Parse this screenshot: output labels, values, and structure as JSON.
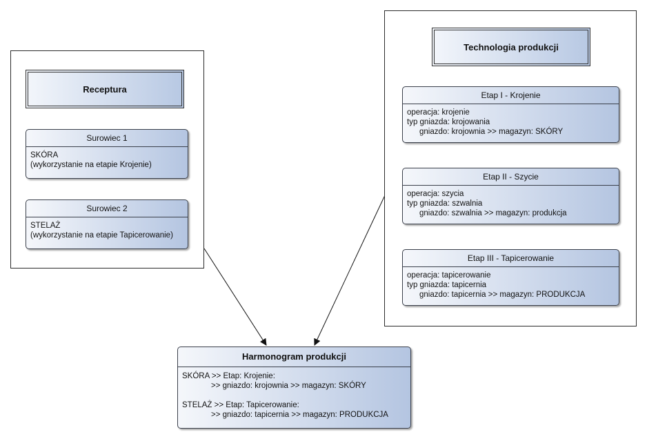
{
  "receptura": {
    "title": "Receptura",
    "surowiec1": {
      "header": "Surowiec 1",
      "line1": "SKÓRA",
      "line2": "(wykorzystanie na etapie Krojenie)"
    },
    "surowiec2": {
      "header": "Surowiec 2",
      "line1": "STELAŻ",
      "line2": "(wykorzystanie na etapie Tapicerowanie)"
    }
  },
  "technologia": {
    "title": "Technologia produkcji",
    "etap1": {
      "header": "Etap I - Krojenie",
      "line1": "operacja: krojenie",
      "line2": "typ gniazda: krojowania",
      "line3": "gniazdo: krojownia >> magazyn: SKÓRY"
    },
    "etap2": {
      "header": "Etap II - Szycie",
      "line1": "operacja: szycia",
      "line2": "typ gniazda: szwalnia",
      "line3": "gniazdo: szwalnia >> magazyn: produkcja"
    },
    "etap3": {
      "header": "Etap III - Tapicerowanie",
      "line1": "operacja: tapicerowanie",
      "line2": "typ gniazda: tapicernia",
      "line3": "gniazdo: tapicernia >> magazyn: PRODUKCJA"
    }
  },
  "harmonogram": {
    "header": "Harmonogram produkcji",
    "entry1_line1": "SKÓRA >> Etap: Krojenie:",
    "entry1_line2": ">> gniazdo: krojownia >> magazyn: SKÓRY",
    "entry2_line1": "STELAŻ >> Etap: Tapicerowanie:",
    "entry2_line2": ">> gniazdo: tapicernia >> magazyn: PRODUKCJA"
  }
}
